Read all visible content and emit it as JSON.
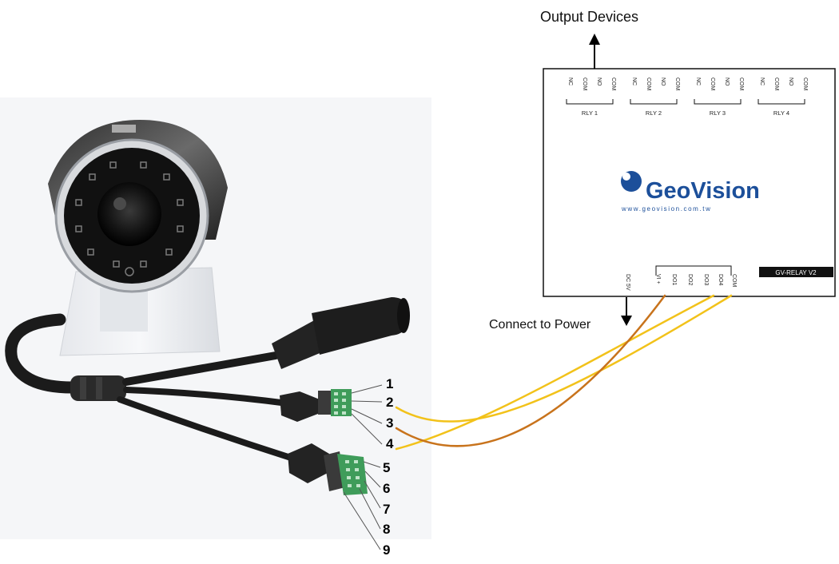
{
  "labels": {
    "output_devices": "Output Devices",
    "connect_power": "Connect to Power"
  },
  "relay_box": {
    "brand": "GeoVision",
    "url": "www.geovision.com.tw",
    "model": "GV-RELAY V2",
    "top_terminals": [
      "NC",
      "COM",
      "NO",
      "COM",
      "NC",
      "COM",
      "NO",
      "COM",
      "NC",
      "COM",
      "NO",
      "COM",
      "NC",
      "COM",
      "NO",
      "COM"
    ],
    "groups": [
      "RLY 1",
      "RLY 2",
      "RLY 3",
      "RLY 4"
    ],
    "bottom_terminals": [
      "DC 5V",
      "VI +",
      "DO1",
      "DO2",
      "DO3",
      "DO4",
      "COM"
    ]
  },
  "camera_pins": [
    "1",
    "2",
    "3",
    "4",
    "5",
    "6",
    "7",
    "8",
    "9"
  ],
  "colors": {
    "wire_yellow": "#f2c21a",
    "wire_orange": "#c8731c",
    "brand_blue": "#1c4f9a"
  }
}
